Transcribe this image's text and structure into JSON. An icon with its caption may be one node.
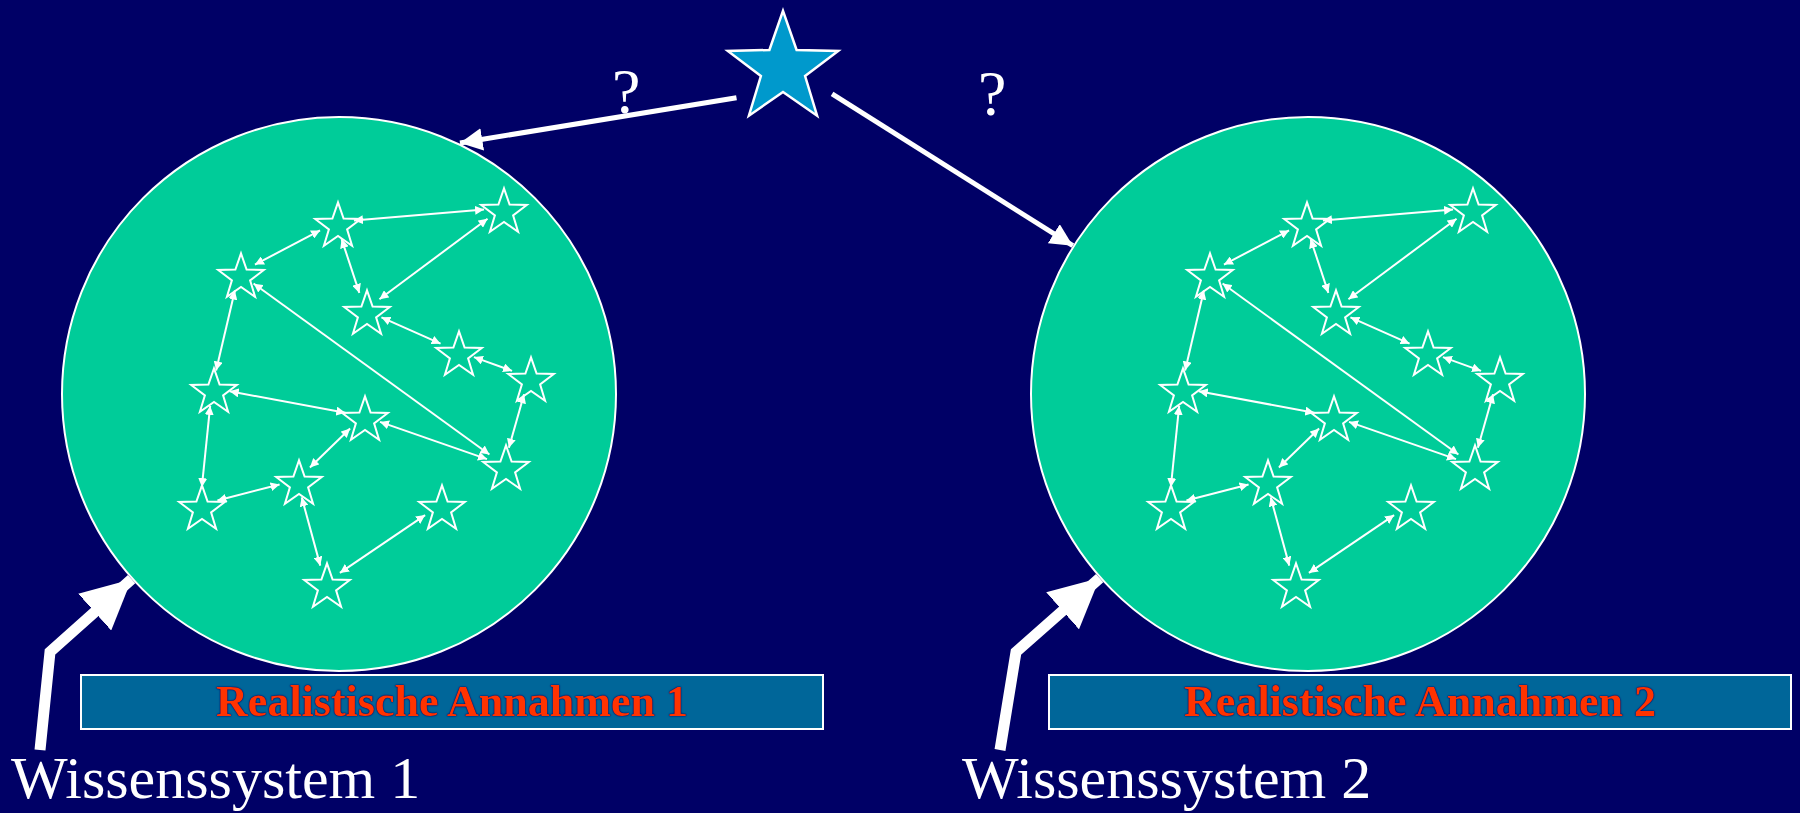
{
  "diagram": {
    "nodes": [
      {
        "text": [],
        "shape": "star"
      },
      {
        "text": [],
        "shape": "circle"
      },
      {
        "text": [],
        "shape": "star",
        "in": 1
      },
      {
        "text": [],
        "shape": "star",
        "in": 1
      },
      {
        "text": [],
        "shape": "star",
        "in": 1
      },
      {
        "text": [],
        "shape": "star",
        "in": 1
      },
      {
        "text": [],
        "shape": "star",
        "in": 1
      },
      {
        "text": [],
        "shape": "star",
        "in": 1
      },
      {
        "text": [],
        "shape": "star",
        "in": 1
      },
      {
        "text": [],
        "shape": "star",
        "in": 1
      },
      {
        "text": [],
        "shape": "star",
        "in": 1
      },
      {
        "text": [],
        "shape": "star",
        "in": 1
      },
      {
        "text": [],
        "shape": "star",
        "in": 1
      },
      {
        "text": [],
        "shape": "star",
        "in": 1
      },
      {
        "text": [],
        "shape": "star",
        "in": 1
      },
      {
        "text": [],
        "shape": "circle"
      },
      {
        "text": [],
        "shape": "star",
        "in": 15
      },
      {
        "text": [],
        "shape": "star",
        "in": 15
      },
      {
        "text": [],
        "shape": "star",
        "in": 15
      },
      {
        "text": [],
        "shape": "star",
        "in": 15
      },
      {
        "text": [],
        "shape": "star",
        "in": 15
      },
      {
        "text": [],
        "shape": "star",
        "in": 15
      },
      {
        "text": [],
        "shape": "star",
        "in": 15
      },
      {
        "text": [],
        "shape": "star",
        "in": 15
      },
      {
        "text": [],
        "shape": "star",
        "in": 15
      },
      {
        "text": [],
        "shape": "star",
        "in": 15
      },
      {
        "text": [],
        "shape": "star",
        "in": 15
      },
      {
        "text": [],
        "shape": "star",
        "in": 15
      },
      {
        "text": [],
        "shape": "star",
        "in": 15
      },
      {
        "text": [
          "Realistische Annahmen 1"
        ]
      },
      {
        "text": [
          "Realistische Annahmen 2"
        ]
      },
      {
        "text": [
          "Wissenssystem 1"
        ]
      },
      {
        "text": [
          "Wissenssystem 2"
        ]
      }
    ],
    "edges": [
      {
        "from": 0,
        "to": 1,
        "arrow": "to",
        "label": "?",
        "style": "thick"
      },
      {
        "from": 0,
        "to": 15,
        "arrow": "to",
        "label": "?",
        "style": "thick"
      },
      {
        "from": 31,
        "to": 1,
        "arrow": "to",
        "style": "thick"
      },
      {
        "from": 32,
        "to": 15,
        "arrow": "to",
        "style": "thick"
      },
      {
        "from": 2,
        "to": 3,
        "arrow": "both"
      },
      {
        "from": 3,
        "to": 4,
        "arrow": "both"
      },
      {
        "from": 3,
        "to": 5,
        "arrow": "both"
      },
      {
        "from": 4,
        "to": 5,
        "arrow": "both"
      },
      {
        "from": 5,
        "to": 6,
        "arrow": "both"
      },
      {
        "from": 6,
        "to": 7,
        "arrow": "both"
      },
      {
        "from": 2,
        "to": 10,
        "arrow": "both"
      },
      {
        "from": 2,
        "to": 8,
        "arrow": "both"
      },
      {
        "from": 8,
        "to": 9,
        "arrow": "both"
      },
      {
        "from": 7,
        "to": 10,
        "arrow": "both"
      },
      {
        "from": 10,
        "to": 9,
        "arrow": "both"
      },
      {
        "from": 9,
        "to": 11,
        "arrow": "both"
      },
      {
        "from": 11,
        "to": 12,
        "arrow": "both"
      },
      {
        "from": 8,
        "to": 12,
        "arrow": "both"
      },
      {
        "from": 11,
        "to": 14,
        "arrow": "both"
      },
      {
        "from": 14,
        "to": 13,
        "arrow": "both"
      },
      {
        "from": 16,
        "to": 17,
        "arrow": "both"
      },
      {
        "from": 17,
        "to": 18,
        "arrow": "both"
      },
      {
        "from": 17,
        "to": 19,
        "arrow": "both"
      },
      {
        "from": 18,
        "to": 19,
        "arrow": "both"
      },
      {
        "from": 19,
        "to": 20,
        "arrow": "both"
      },
      {
        "from": 20,
        "to": 21,
        "arrow": "both"
      },
      {
        "from": 16,
        "to": 24,
        "arrow": "both"
      },
      {
        "from": 16,
        "to": 22,
        "arrow": "both"
      },
      {
        "from": 22,
        "to": 23,
        "arrow": "both"
      },
      {
        "from": 21,
        "to": 24,
        "arrow": "both"
      },
      {
        "from": 24,
        "to": 23,
        "arrow": "both"
      },
      {
        "from": 23,
        "to": 25,
        "arrow": "both"
      },
      {
        "from": 25,
        "to": 26,
        "arrow": "both"
      },
      {
        "from": 22,
        "to": 26,
        "arrow": "both"
      },
      {
        "from": 25,
        "to": 28,
        "arrow": "both"
      },
      {
        "from": 28,
        "to": 27,
        "arrow": "both"
      }
    ]
  }
}
